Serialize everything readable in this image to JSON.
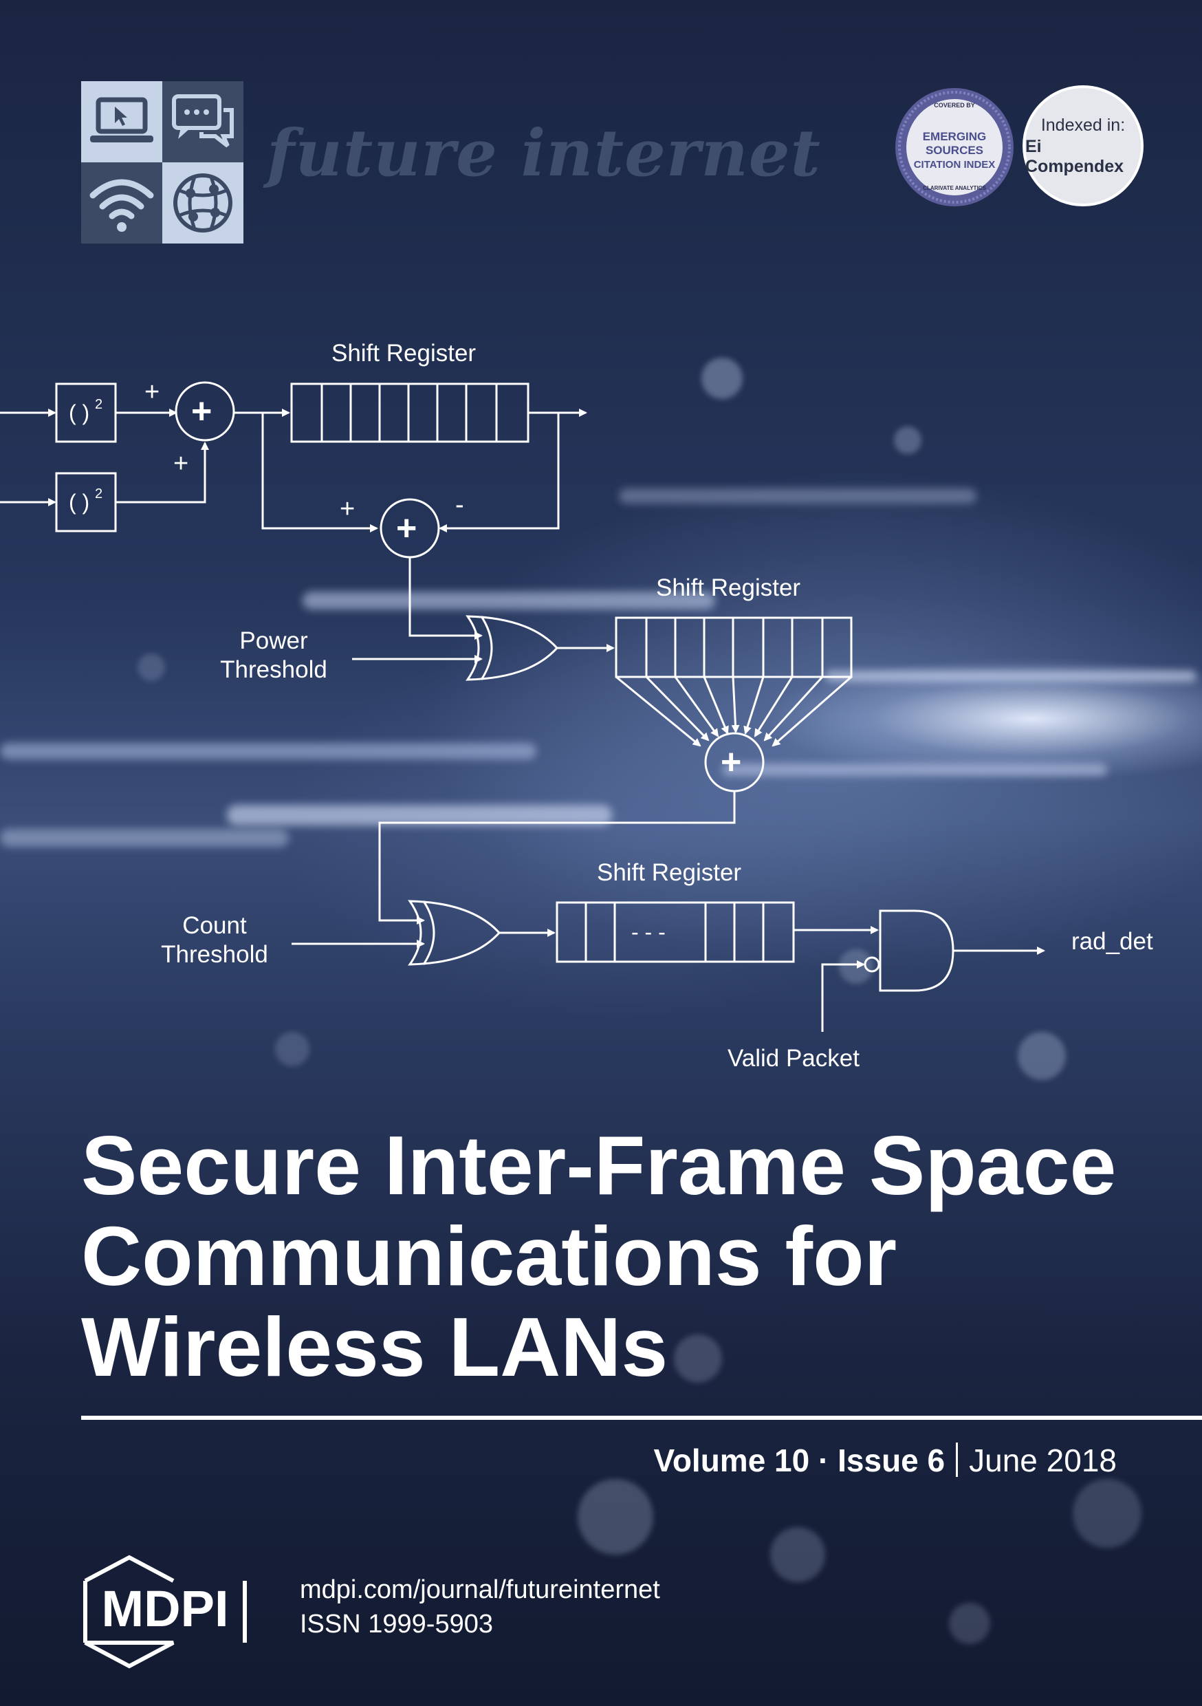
{
  "journal": {
    "name": "future internet",
    "logo_icons": [
      "laptop-cursor-icon",
      "chat-bubbles-icon",
      "wifi-icon",
      "globe-network-icon"
    ]
  },
  "badges": {
    "esci": {
      "top": "COVERED BY",
      "line1": "EMERGING",
      "line2": "SOURCES",
      "line3": "CITATION INDEX",
      "bottom": "CLARIVATE ANALYTICS"
    },
    "ei": {
      "line1": "Indexed in:",
      "line2": "Ei Compendex"
    }
  },
  "diagram": {
    "square_label": "( )",
    "square_sup": "2",
    "plus": "+",
    "minus": "-",
    "shift_register_1": "Shift Register",
    "shift_register_2": "Shift Register",
    "shift_register_3": "Shift Register",
    "power_threshold_1": "Power",
    "power_threshold_2": "Threshold",
    "count_threshold_1": "Count",
    "count_threshold_2": "Threshold",
    "register_dashes": "- - -",
    "output_label": "rad_det",
    "valid_packet": "Valid Packet"
  },
  "article": {
    "title_line1": "Secure Inter-Frame Space",
    "title_line2": "Communications for",
    "title_line3": "Wireless LANs"
  },
  "issue": {
    "volume": "Volume 10",
    "dot": "·",
    "issue": "Issue 6",
    "date": "June 2018"
  },
  "publisher": {
    "logo_text": "MDPI",
    "url": "mdpi.com/journal/futureinternet",
    "issn": "ISSN 1999-5903"
  },
  "colors": {
    "background": "#1b2740",
    "logo_tile": "#c7d3e6",
    "logo_glyph": "#3d4a66",
    "journal_name": "#3f4e6c",
    "foreground": "#ffffff"
  }
}
